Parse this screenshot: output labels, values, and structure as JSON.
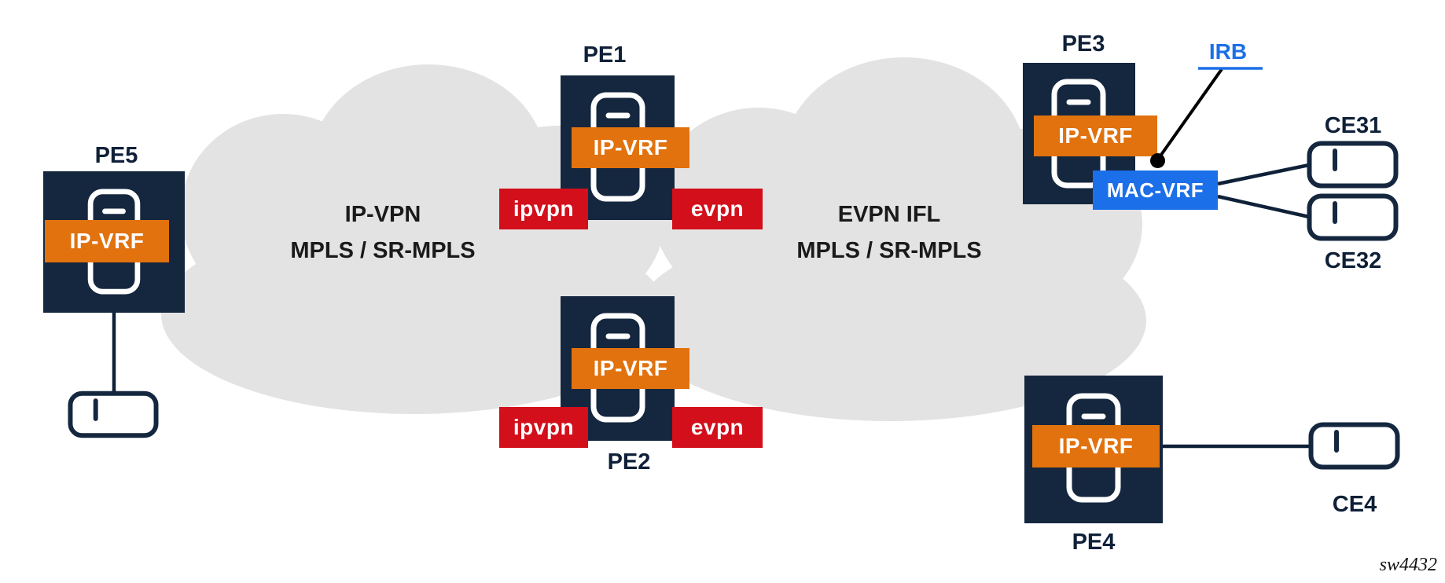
{
  "watermark": "sw4432",
  "clouds": {
    "left": {
      "line1": "IP-VPN",
      "line2": "MPLS / SR-MPLS"
    },
    "right": {
      "line1": "EVPN IFL",
      "line2": "MPLS / SR-MPLS"
    }
  },
  "nodes": {
    "pe5": {
      "label": "PE5",
      "vrf": "IP-VRF"
    },
    "pe1": {
      "label": "PE1",
      "vrf": "IP-VRF",
      "left_tag": "ipvpn",
      "right_tag": "evpn"
    },
    "pe2": {
      "label": "PE2",
      "vrf": "IP-VRF",
      "left_tag": "ipvpn",
      "right_tag": "evpn"
    },
    "pe3": {
      "label": "PE3",
      "vrf": "IP-VRF",
      "mac_vrf": "MAC-VRF",
      "irb": "IRB"
    },
    "pe4": {
      "label": "PE4",
      "vrf": "IP-VRF"
    },
    "ce31": {
      "label": "CE31"
    },
    "ce32": {
      "label": "CE32"
    },
    "ce4": {
      "label": "CE4"
    }
  },
  "colors": {
    "navy": "#15273F",
    "orange": "#E1720E",
    "red": "#D20F1B",
    "blue": "#1B6FE8",
    "cloud": "#E4E3E3",
    "line": "#0E2138",
    "label": "#0F2038",
    "text": "#1A1A1A"
  }
}
